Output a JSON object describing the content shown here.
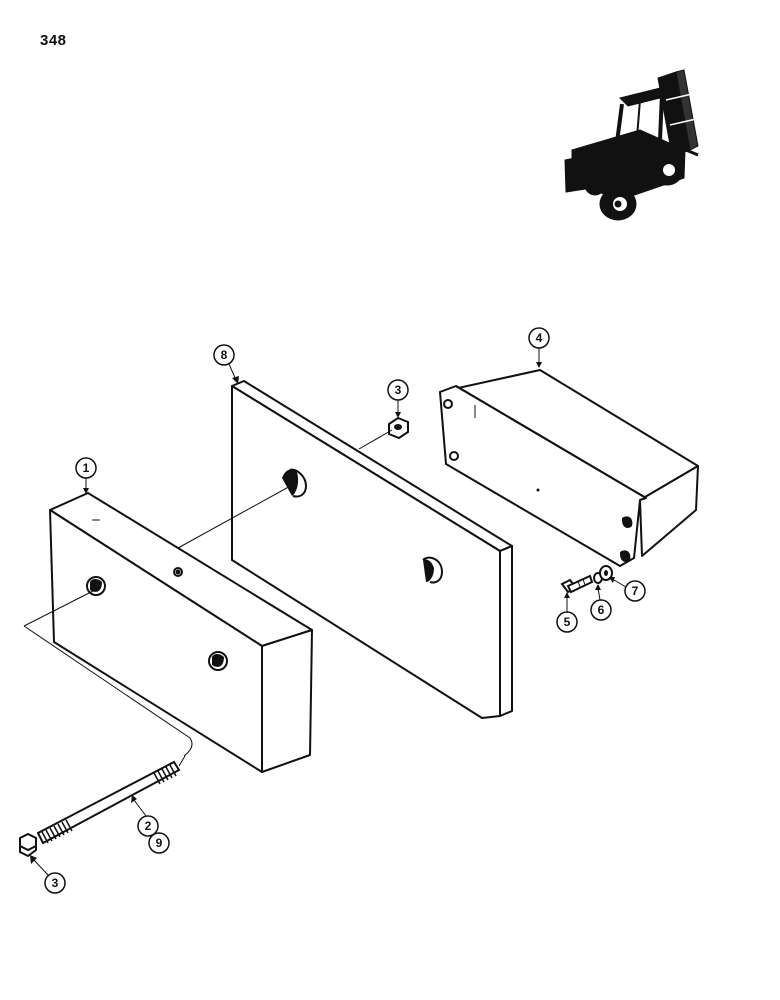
{
  "page": {
    "number": "348"
  },
  "callouts": [
    {
      "id": "c1",
      "label": "1"
    },
    {
      "id": "c2",
      "label": "2"
    },
    {
      "id": "c9",
      "label": "9"
    },
    {
      "id": "c3a",
      "label": "3"
    },
    {
      "id": "c3b",
      "label": "3"
    },
    {
      "id": "c4",
      "label": "4"
    },
    {
      "id": "c5",
      "label": "5"
    },
    {
      "id": "c6",
      "label": "6"
    },
    {
      "id": "c7",
      "label": "7"
    },
    {
      "id": "c8",
      "label": "8"
    }
  ],
  "colors": {
    "ink": "#111111",
    "paper": "#ffffff"
  },
  "icons": {
    "vehicle": "rough-terrain-forklift-icon"
  }
}
